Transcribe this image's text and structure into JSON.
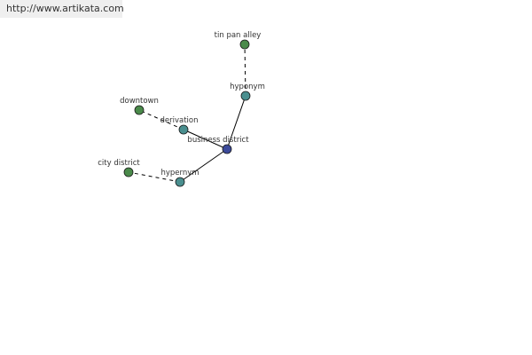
{
  "watermark": "http://www.artikata.com",
  "colors": {
    "center": "#3c4a9a",
    "relation": "#4a8f8f",
    "term": "#4a8a4a",
    "edge": "#000000"
  },
  "graph": {
    "nodes": [
      {
        "id": "business-district",
        "label": "business district",
        "kind": "center"
      },
      {
        "id": "hyponym",
        "label": "hyponym",
        "kind": "relation"
      },
      {
        "id": "tin-pan-alley",
        "label": "tin pan alley",
        "kind": "term"
      },
      {
        "id": "derivation",
        "label": "derivation",
        "kind": "relation"
      },
      {
        "id": "downtown",
        "label": "downtown",
        "kind": "term"
      },
      {
        "id": "hypernym",
        "label": "hypernym",
        "kind": "relation"
      },
      {
        "id": "city-district",
        "label": "city district",
        "kind": "term"
      }
    ],
    "edges": [
      {
        "from": "business-district",
        "to": "hyponym",
        "style": "solid"
      },
      {
        "from": "hyponym",
        "to": "tin-pan-alley",
        "style": "dashed"
      },
      {
        "from": "business-district",
        "to": "derivation",
        "style": "solid"
      },
      {
        "from": "derivation",
        "to": "downtown",
        "style": "dashed"
      },
      {
        "from": "business-district",
        "to": "hypernym",
        "style": "solid"
      },
      {
        "from": "hypernym",
        "to": "city-district",
        "style": "dashed"
      }
    ]
  }
}
